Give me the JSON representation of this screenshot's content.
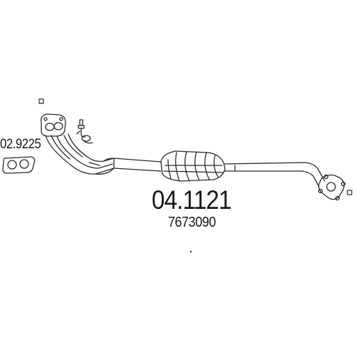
{
  "diagram": {
    "part_number": "04.1121",
    "oem_number": "7673090",
    "related_part_number": "02.9225"
  }
}
